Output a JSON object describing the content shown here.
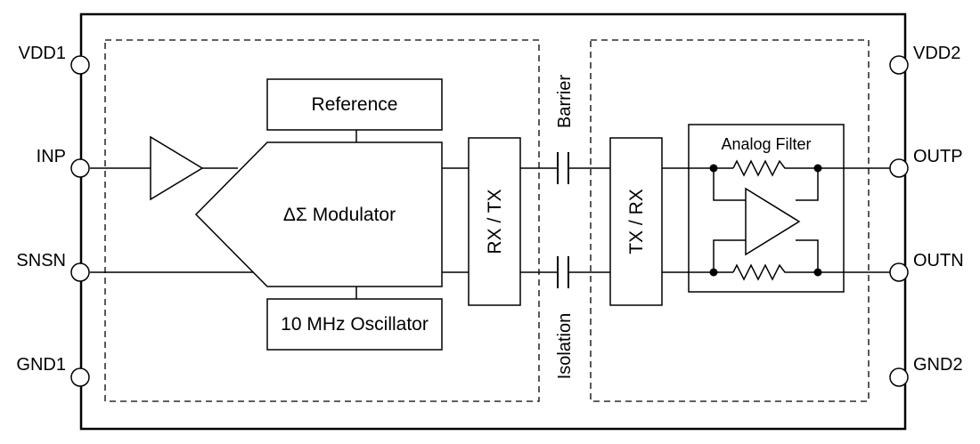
{
  "pins": {
    "vdd1": "VDD1",
    "inp": "INP",
    "snsn": "SNSN",
    "gnd1": "GND1",
    "vdd2": "VDD2",
    "outp": "OUTP",
    "outn": "OUTN",
    "gnd2": "GND2"
  },
  "blocks": {
    "reference": "Reference",
    "modulator": "ΔΣ Modulator",
    "oscillator": "10 MHz Oscillator",
    "rx_tx": "RX / TX",
    "tx_rx": "TX / RX",
    "analog_filter": "Analog Filter"
  },
  "barrier": {
    "top_label": "Barrier",
    "bottom_label": "Isolation"
  },
  "colors": {
    "stroke": "#000000",
    "background": "#ffffff"
  }
}
